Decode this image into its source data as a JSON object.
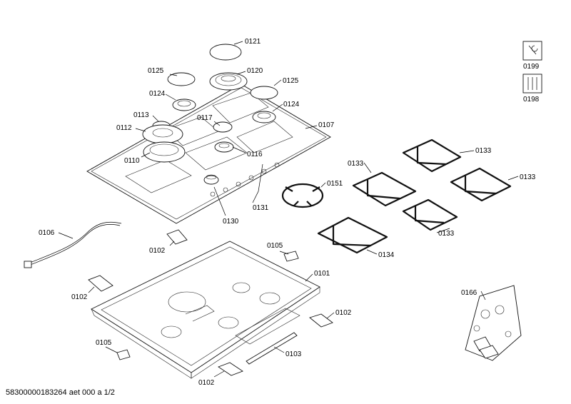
{
  "labels": {
    "p0121": "0121",
    "p0120": "0120",
    "p0125a": "0125",
    "p0125b": "0125",
    "p0124a": "0124",
    "p0124b": "0124",
    "p0113": "0113",
    "p0117": "0117",
    "p0112": "0112",
    "p0107": "0107",
    "p0110": "0110",
    "p0116": "0116",
    "p0133a": "0133",
    "p0133b": "0133",
    "p0133c": "0133",
    "p0133d": "0133",
    "p0151": "0151",
    "p0130": "0130",
    "p0131": "0131",
    "p0134": "0134",
    "p0106": "0106",
    "p0102a": "0102",
    "p0102b": "0102",
    "p0102c": "0102",
    "p0102d": "0102",
    "p0105a": "0105",
    "p0105b": "0105",
    "p0101": "0101",
    "p0103": "0103",
    "p0166": "0166",
    "p0199": "0199",
    "p0198": "0198"
  },
  "footer": "58300000183264 aet 000 a 1/2"
}
